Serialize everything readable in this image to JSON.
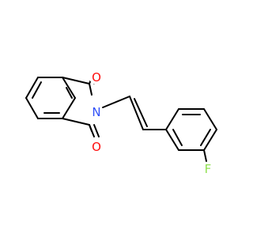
{
  "molecule": {
    "atoms": [
      {
        "label": "O",
        "color": "#ff0d0d"
      },
      {
        "label": "N",
        "color": "#3050f8"
      },
      {
        "label": "O",
        "color": "#ff0d0d"
      },
      {
        "label": "F",
        "color": "#90e050"
      }
    ],
    "bond_color": "#000000"
  }
}
